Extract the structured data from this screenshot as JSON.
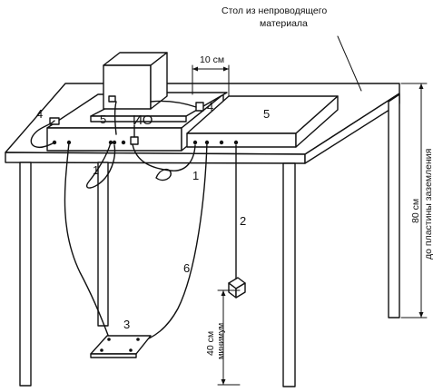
{
  "labels": {
    "table_caption_line1": "Стол из непроводящего",
    "table_caption_line2": "материала",
    "dim_10cm": "10 см",
    "dim_80cm": "80 см",
    "dim_80cm_note": "до пластины заземления",
    "dim_40cm": "40 см",
    "dim_40cm_note": "минимум",
    "eut_label": "ИО",
    "n1a": "1",
    "n1b": "1",
    "n2": "2",
    "n3": "3",
    "n4a": "4",
    "n4b": "4",
    "n5a": "5",
    "n5b": "5",
    "n6": "6"
  }
}
